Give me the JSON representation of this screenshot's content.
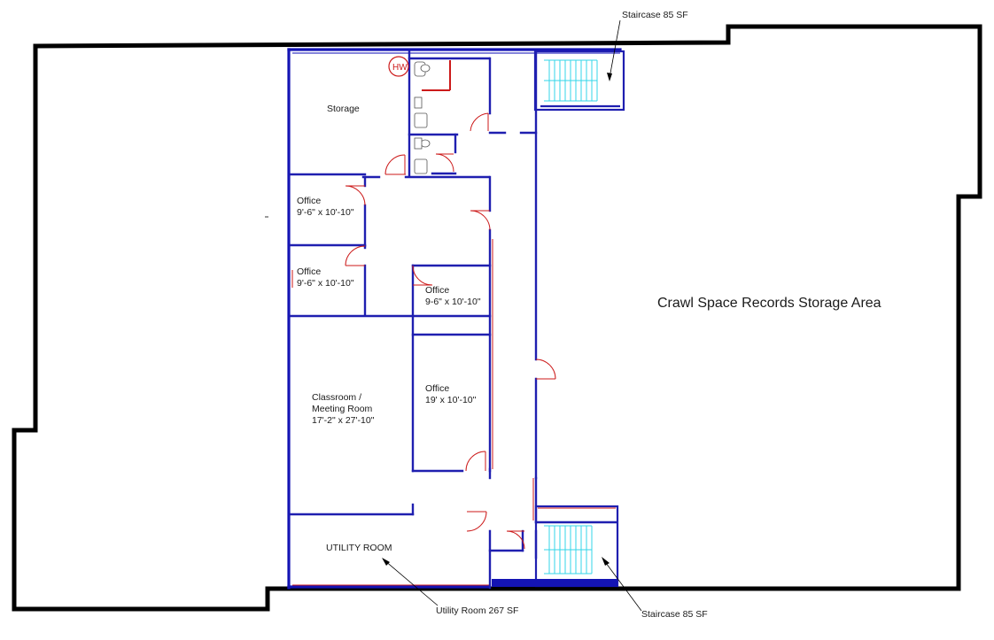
{
  "labels": {
    "storage": "Storage",
    "hw": "HW",
    "office_1_name": "Office",
    "office_1_size": "9'-6\" x 10'-10\"",
    "office_2_name": "Office",
    "office_2_size": "9'-6\" x 10'-10\"",
    "office_3_name": "Office",
    "office_3_size": "9-6\" x 10'-10\"",
    "office_4_name": "Office",
    "office_4_size": "19' x 10'-10\"",
    "classroom_line1": "Classroom /",
    "classroom_line2": "Meeting Room",
    "classroom_line3": "17'-2\"  x  27'-10\"",
    "utility_room": "UTILITY ROOM",
    "crawl_space": "Crawl Space Records Storage Area"
  },
  "callouts": {
    "staircase_top": "Staircase 85 SF",
    "staircase_bottom": "Staircase 85 SF",
    "utility_room_area": "Utility Room 267 SF"
  },
  "colors": {
    "outer_wall": "#000000",
    "interior_wall": "#1f1fb0",
    "door_swing": "#cc1a1a",
    "stair_tread": "#33d6e8"
  }
}
